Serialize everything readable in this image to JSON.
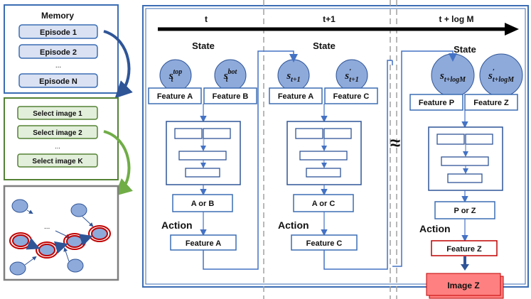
{
  "memory": {
    "title": "Memory",
    "episodes": [
      "Episode 1",
      "Episode 2",
      "...",
      "Episode N"
    ]
  },
  "selection": {
    "items": [
      "Select image 1",
      "Select image 2",
      "...",
      "Select image K"
    ]
  },
  "graph": {
    "ellipsis": "..."
  },
  "timeline": {
    "labels": [
      "t",
      "t+1",
      "t + log M"
    ]
  },
  "approx_symbol": "≈",
  "columns": [
    {
      "state_label": "State",
      "states": [
        {
          "base": "s",
          "sub": "t",
          "sup": "top"
        },
        {
          "base": "s",
          "sub": "t",
          "sup": "bot"
        }
      ],
      "features": [
        "Feature  A",
        "Feature  B"
      ],
      "decision": "A or B",
      "action_label": "Action",
      "action_feature": "Feature  A"
    },
    {
      "state_label": "State",
      "states": [
        {
          "base": "s",
          "sub": "t+1",
          "sup": ""
        },
        {
          "base": "s",
          "sub": "t+1",
          "sup": "′"
        }
      ],
      "features": [
        "Feature  A",
        "Feature  C"
      ],
      "decision": "A or C",
      "action_label": "Action",
      "action_feature": "Feature  C"
    },
    {
      "state_label": "State",
      "states": [
        {
          "base": "s",
          "sub": "t+logM",
          "sup": ""
        },
        {
          "base": "s",
          "sub": "t+logM",
          "sup": "′"
        }
      ],
      "features": [
        "Feature   P",
        "Feature   Z"
      ],
      "decision": "P or Z",
      "action_label": "Action",
      "action_feature": "Feature  Z"
    }
  ],
  "output": {
    "label": "Image Z"
  },
  "colors": {
    "panel_border": "#3b6db3",
    "episode_fill": "#d9e1f2",
    "select_border": "#548235",
    "select_fill": "#e2efda",
    "node_fill": "#8eaadb",
    "red": "#c00000",
    "image_fill": "#ff8080",
    "arrow_navy": "#2f5597",
    "arrow_green": "#70ad47"
  }
}
